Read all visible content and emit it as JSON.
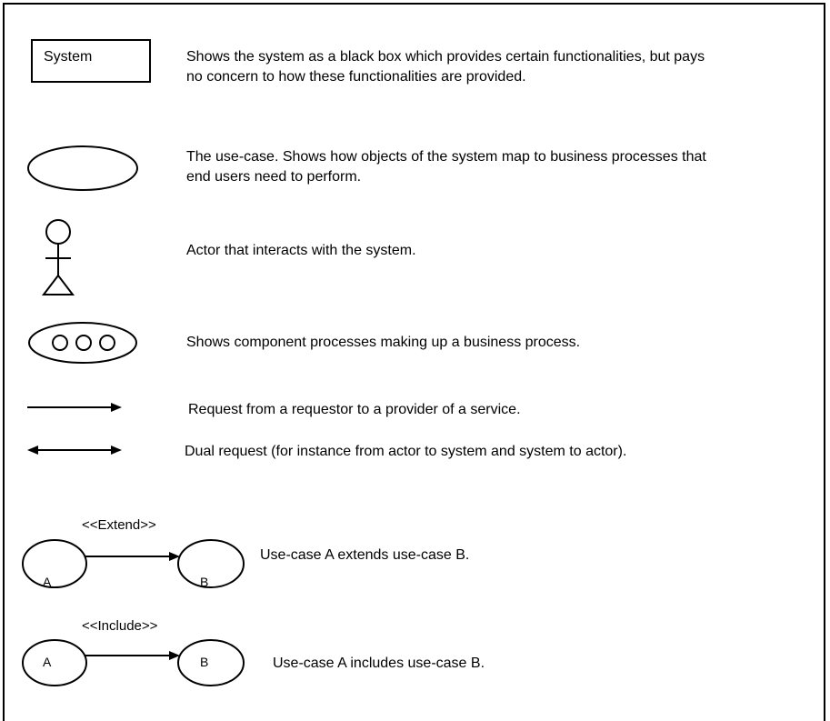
{
  "legend": {
    "system": {
      "box_label": "System",
      "description_line1": "Shows the system as a black box which provides certain functionalities, but pays",
      "description_line2": "no concern to how these functionalities are provided."
    },
    "use_case": {
      "description_line1": "The use-case. Shows how objects of the system map to business processes that",
      "description_line2": "end users need to perform."
    },
    "actor": {
      "description": "Actor that interacts with the system."
    },
    "component_processes": {
      "description": "Shows component processes making up a business process."
    },
    "request": {
      "description": "Request from a requestor to a provider of a service."
    },
    "dual_request": {
      "description": "Dual request (for instance from actor to system and system to actor)."
    },
    "extend": {
      "stereotype": "<<Extend>>",
      "from_label": "A",
      "to_label": "B",
      "description": "Use-case A extends use-case B."
    },
    "include": {
      "stereotype": "<<Include>>",
      "from_label": "A",
      "to_label": "B",
      "description": "Use-case A includes use-case B."
    }
  }
}
